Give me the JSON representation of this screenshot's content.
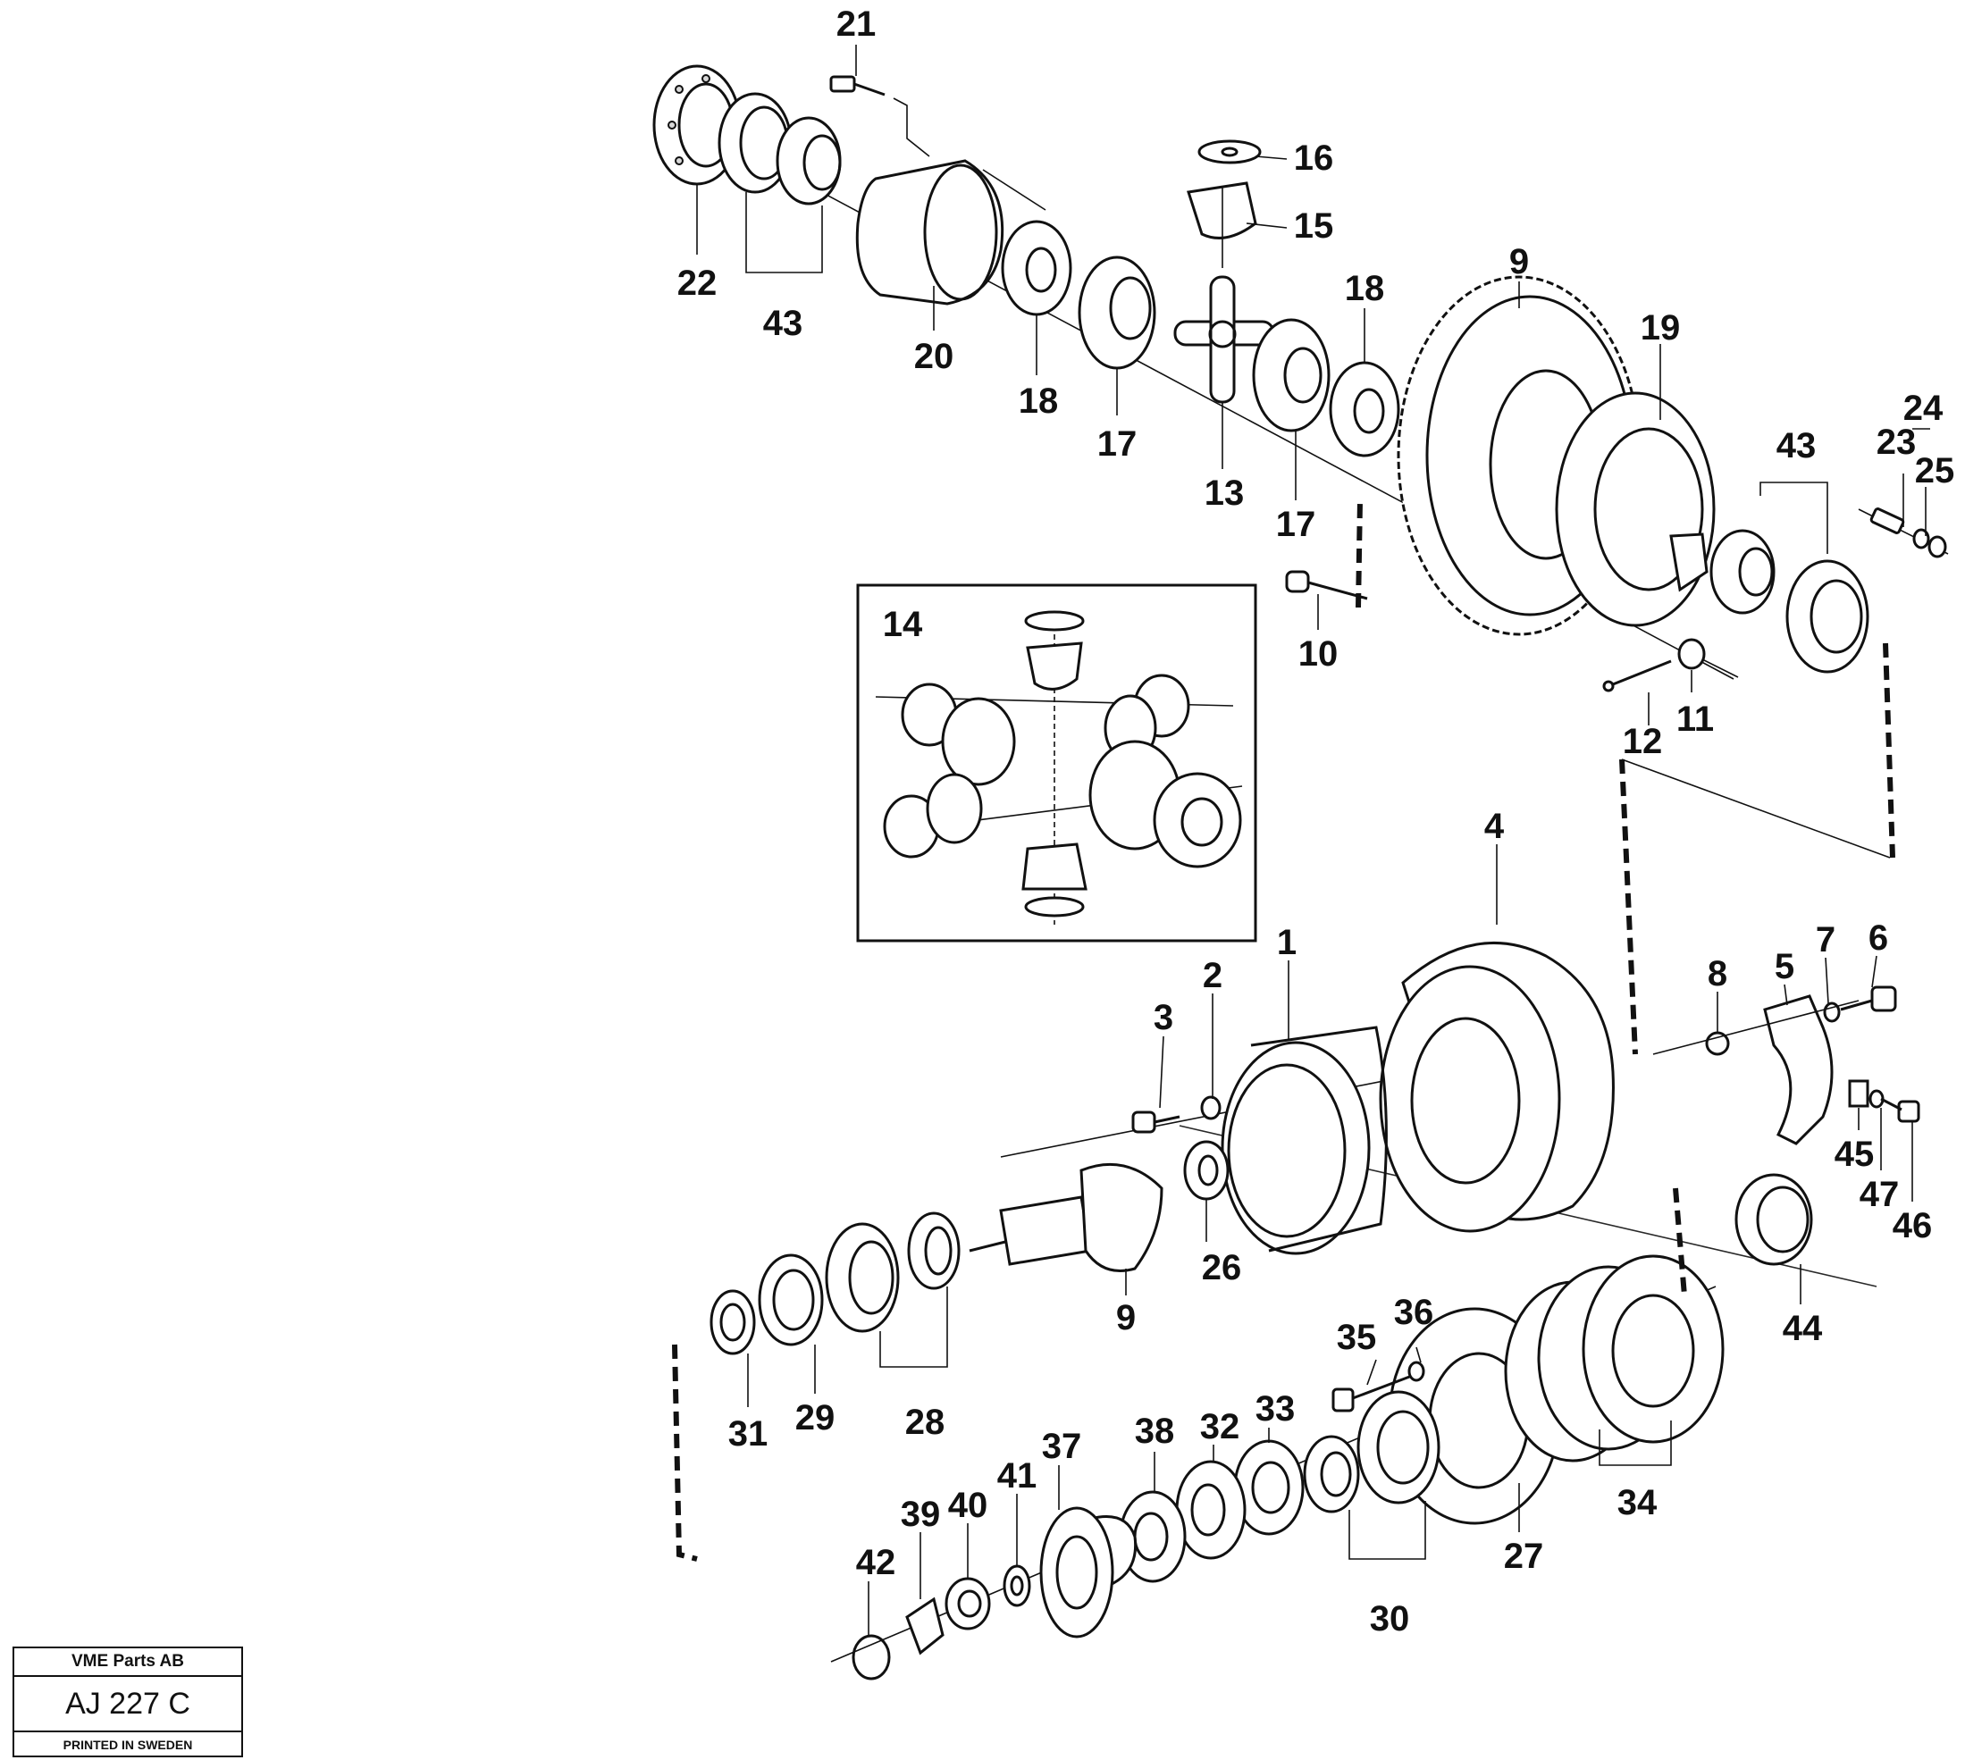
{
  "callouts": [
    "1",
    "2",
    "3",
    "4",
    "5",
    "6",
    "7",
    "8",
    "9",
    "9",
    "10",
    "11",
    "12",
    "13",
    "14",
    "15",
    "16",
    "17",
    "17",
    "18",
    "18",
    "19",
    "20",
    "21",
    "22",
    "23",
    "24",
    "25",
    "26",
    "27",
    "28",
    "29",
    "30",
    "31",
    "32",
    "33",
    "34",
    "35",
    "36",
    "37",
    "38",
    "39",
    "40",
    "41",
    "42",
    "43",
    "43",
    "44",
    "45",
    "46",
    "47"
  ],
  "title_block": {
    "company": "VME Parts AB",
    "drawing_no": "AJ 227 C",
    "printed": "PRINTED IN SWEDEN"
  }
}
